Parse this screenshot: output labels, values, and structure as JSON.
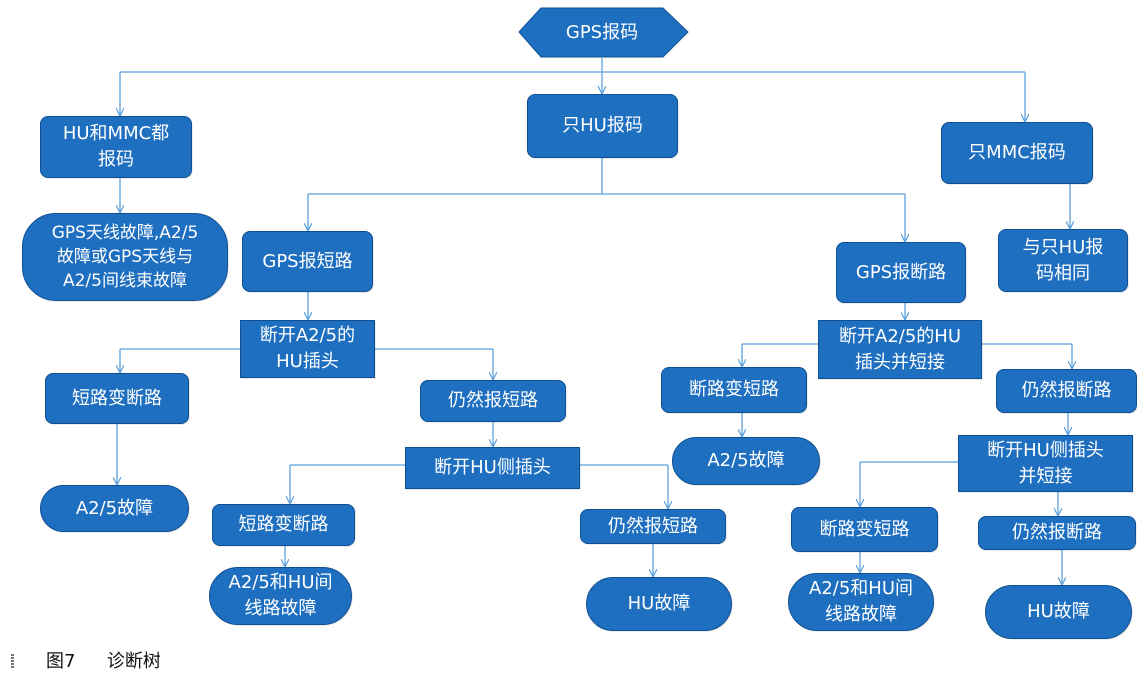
{
  "diagram": {
    "root": "GPS报码",
    "level1": {
      "both": "HU和MMC都\n报码",
      "hu_only": "只HU报码",
      "mmc_only": "只MMC报码"
    },
    "both_result": "GPS天线故障,A2/5\n故障或GPS天线与\nA2/5间线束故障",
    "mmc_result": "与只HU报\n码相同",
    "short": {
      "label": "GPS报短路",
      "action1": "断开A2/5的\nHU插头",
      "to_open": "短路变断路",
      "to_open_result": "A2/5故障",
      "still_short": "仍然报短路",
      "action2": "断开HU侧插头",
      "to_open2": "短路变断路",
      "to_open2_result": "A2/5和HU间\n线路故障",
      "still_short2": "仍然报短路",
      "still_short2_result": "HU故障"
    },
    "open": {
      "label": "GPS报断路",
      "action1": "断开A2/5的HU\n插头并短接",
      "to_short": "断路变短路",
      "to_short_result": "A2/5故障",
      "still_open": "仍然报断路",
      "action2": "断开HU侧插头\n并短接",
      "to_short2": "断路变短路",
      "to_short2_result": "A2/5和HU间\n线路故障",
      "still_open2": "仍然报断路",
      "still_open2_result": "HU故障"
    }
  },
  "caption": {
    "figure": "图7",
    "title": "诊断树"
  },
  "colors": {
    "node_fill": "#1f6fc1",
    "node_border": "#0f4f93",
    "connector": "#5aa0dc",
    "text": "#ffffff"
  }
}
